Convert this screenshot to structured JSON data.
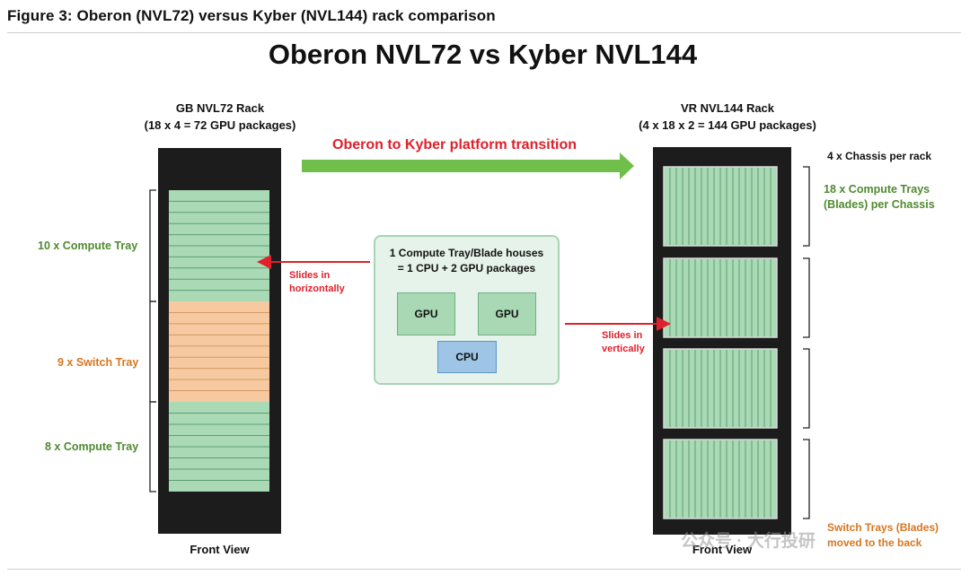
{
  "figure": {
    "caption": "Figure 3: Oberon (NVL72) versus Kyber (NVL144) rack comparison",
    "title": "Oberon NVL72 vs Kyber NVL144"
  },
  "left_rack": {
    "title_line1": "GB NVL72 Rack",
    "title_line2": "(18 x 4 = 72 GPU packages)",
    "view": "Front View",
    "groups": [
      {
        "label": "10 x Compute Tray",
        "count": 10,
        "kind": "compute"
      },
      {
        "label": "9 x Switch Tray",
        "count": 9,
        "kind": "switch"
      },
      {
        "label": "8 x Compute Tray",
        "count": 8,
        "kind": "compute"
      }
    ],
    "slide_note_line1": "Slides in",
    "slide_note_line2": "horizontally"
  },
  "transition": {
    "label": "Oberon to Kyber platform transition"
  },
  "callout": {
    "line1": "1 Compute Tray/Blade houses",
    "line2": "= 1 CPU + 2 GPU packages",
    "gpu_label": "GPU",
    "cpu_label": "CPU"
  },
  "right_rack": {
    "title_line1": "VR NVL144 Rack",
    "title_line2": "(4 x 18 x 2 = 144 GPU packages)",
    "view": "Front View",
    "chassis_count": 4,
    "blades_per_chassis": 18,
    "chassis_note": "4 x Chassis per rack",
    "blades_note_line1": "18 x Compute Trays",
    "blades_note_line2": "(Blades) per Chassis",
    "slide_note_line1": "Slides in",
    "slide_note_line2": "vertically",
    "switch_note_line1": "Switch Trays (Blades)",
    "switch_note_line2": "moved to the back"
  },
  "watermark": "公众号 · 大行投研",
  "colors": {
    "compute": "#a9d9b5",
    "compute_line": "#5e9f71",
    "switch": "#f6c9a0",
    "switch_line": "#d49a66",
    "rack": "#1c1c1c",
    "arrow_green": "#6fbf4a",
    "arrow_red": "#e0202a"
  }
}
